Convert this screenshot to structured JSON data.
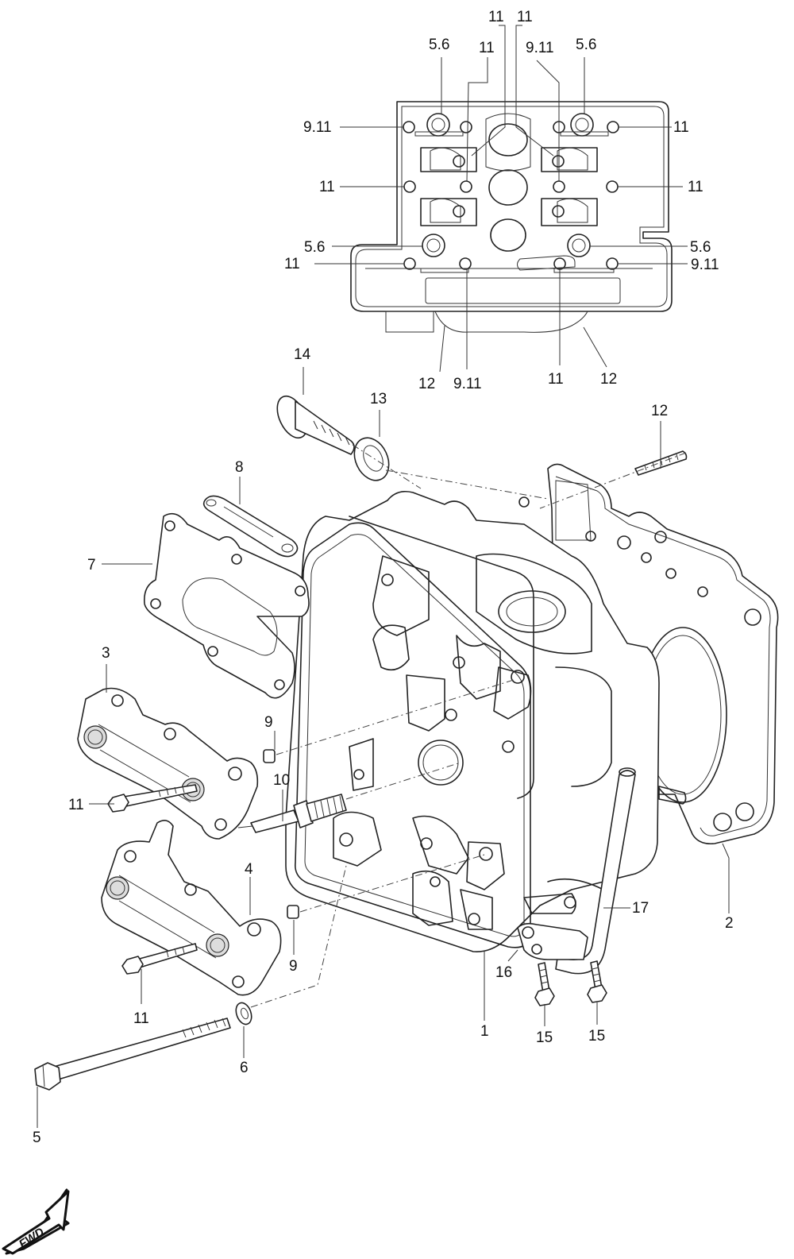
{
  "diagram": {
    "top_view_labels": [
      "11",
      "11",
      "5.6",
      "11",
      "9.11",
      "5.6",
      "9.11",
      "11",
      "11",
      "11",
      "5.6",
      "5.6",
      "11",
      "9.11",
      "12",
      "9.11",
      "11",
      "12"
    ],
    "part_labels": {
      "p1": "1",
      "p2": "2",
      "p3": "3",
      "p4": "4",
      "p5": "5",
      "p6": "6",
      "p7": "7",
      "p8": "8",
      "p9a": "9",
      "p9b": "9",
      "p10": "10",
      "p11a": "11",
      "p11b": "11",
      "p12": "12",
      "p13": "13",
      "p14": "14",
      "p15a": "15",
      "p15b": "15",
      "p16": "16",
      "p17": "17"
    },
    "fwd_label": "FWD"
  }
}
